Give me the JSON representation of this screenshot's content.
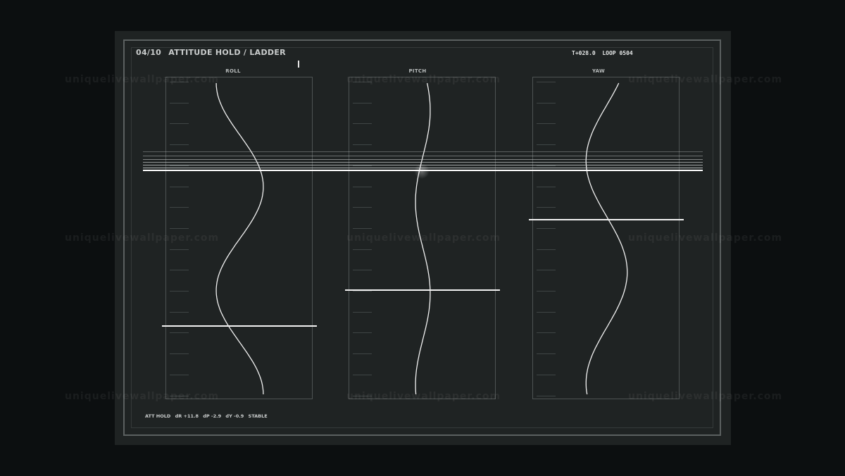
{
  "header": {
    "counter": "04/10",
    "title": "ATTITUDE HOLD / LADDER",
    "time": "T+028.0",
    "loop": "LOOP 0504"
  },
  "channels": [
    {
      "label": "ROLL",
      "marker_value": 0.77,
      "curve_phase": 0.0,
      "curve_amp": 0.16,
      "curve_freq": 1.5
    },
    {
      "label": "PITCH",
      "marker_value": 0.66,
      "curve_phase": 0.35,
      "curve_amp": 0.05,
      "curve_freq": 1.7
    },
    {
      "label": "YAW",
      "marker_value": 0.44,
      "curve_phase": 0.65,
      "curve_amp": 0.14,
      "curve_freq": 1.4
    }
  ],
  "status": {
    "mode": "ATT HOLD",
    "droll": "dR +11.8",
    "dpitch": "dP -2.9",
    "dyaw": "dY -0.9",
    "state": "STABLE"
  },
  "watermark": "uniquelivewallpaper.com",
  "colors": {
    "background": "#0c0f10",
    "panel": "#1f2323",
    "line": "#f2f2f2"
  }
}
